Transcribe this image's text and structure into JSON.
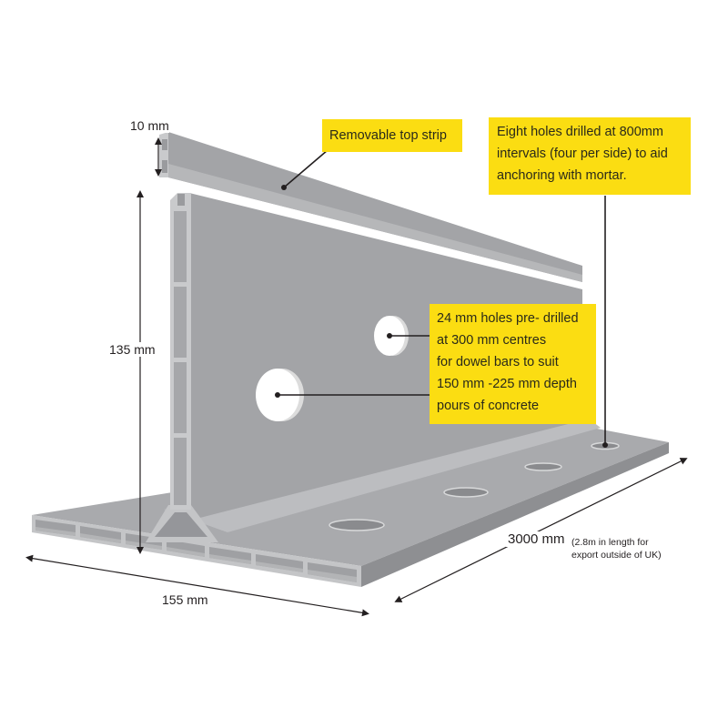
{
  "diagram": {
    "subject": "Plastic T-section joint former with removable top strip",
    "colors": {
      "callout_bg": "#fbdd12",
      "panel": "#a3a4a7",
      "panel_light": "#c9cacc",
      "base_top": "#a9aaad",
      "base_front": "#bfc0c2",
      "cell": "#9fa0a3",
      "edge": "#d8d9da",
      "text": "#231f20"
    },
    "dimensions": {
      "strip_height": "10 mm",
      "panel_height": "135 mm",
      "base_width": "155 mm",
      "length": "3000 mm",
      "length_note_line1": "(2.8m in length for",
      "length_note_line2": "export outside of UK)"
    },
    "callouts": {
      "top_strip": {
        "lines": [
          "Removable top strip"
        ]
      },
      "anchor_holes": {
        "lines": [
          "Eight holes drilled at 800mm",
          "intervals (four per side) to aid",
          "anchoring with mortar."
        ]
      },
      "dowel_holes": {
        "lines": [
          "24 mm holes pre- drilled",
          "at 300 mm centres",
          "for dowel bars to suit",
          "150 mm -225 mm depth",
          "pours of concrete"
        ]
      }
    }
  }
}
